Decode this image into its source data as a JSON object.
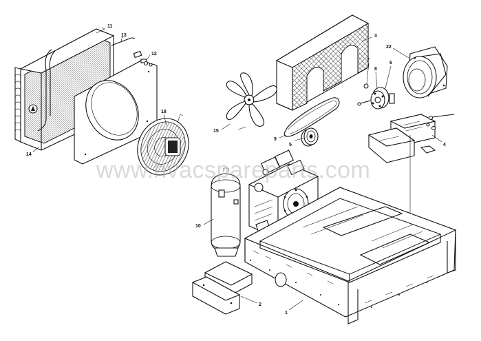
{
  "watermark": "www.hvacspareparts.com",
  "callouts": {
    "c1": "1",
    "c2": "2",
    "c3": "3",
    "c4": "4",
    "c5": "5",
    "c6": "6",
    "c7": "7",
    "c8": "8",
    "c9": "9",
    "c10": "10",
    "c11": "11",
    "c12": "12",
    "c13": "13",
    "c14": "14",
    "c15": "15",
    "c18": "18",
    "c22": "22"
  }
}
